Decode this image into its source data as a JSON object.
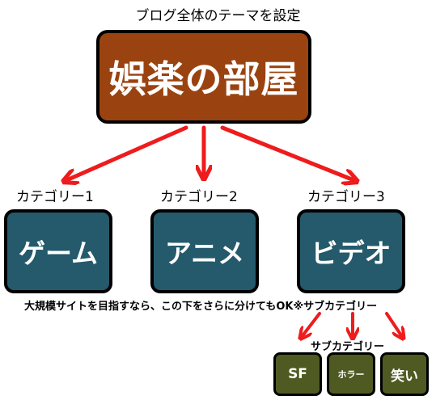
{
  "top_caption": "ブログ全体のテーマを設定",
  "root": {
    "label": "娯楽の部屋",
    "color": "#9a4310"
  },
  "categories": [
    {
      "caption": "カテゴリー1",
      "label": "ゲーム"
    },
    {
      "caption": "カテゴリー2",
      "label": "アニメ"
    },
    {
      "caption": "カテゴリー3",
      "label": "ビデオ"
    }
  ],
  "category_color": "#245a6b",
  "note": "大規模サイトを目指すなら、この下をさらに分けてもOK※サブカテゴリー",
  "sub_caption": "サブカテゴリー",
  "subcategories": [
    {
      "label": "SF"
    },
    {
      "label": "ホラー"
    },
    {
      "label": "笑い"
    }
  ],
  "subcategory_color": "#4f5a23",
  "arrow_color": "#ee1c1c"
}
